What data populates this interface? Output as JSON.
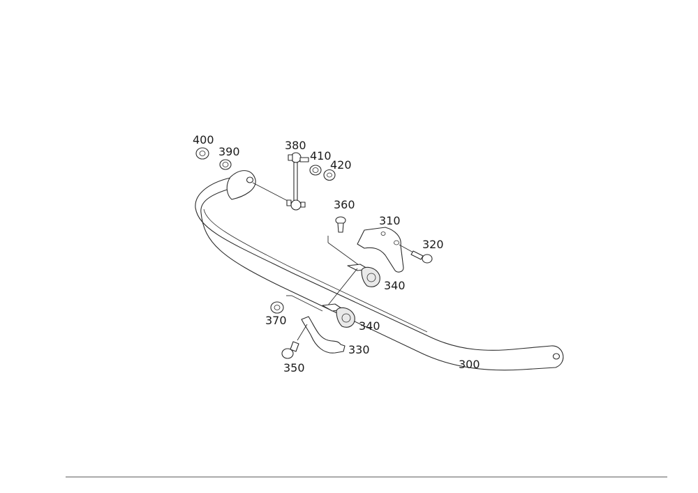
{
  "callouts": {
    "c300": "300",
    "c310": "310",
    "c320": "320",
    "c330": "330",
    "c340a": "340",
    "c340b": "340",
    "c350": "350",
    "c360": "360",
    "c370": "370",
    "c380": "380",
    "c390": "390",
    "c400": "400",
    "c410": "410",
    "c420": "420"
  }
}
